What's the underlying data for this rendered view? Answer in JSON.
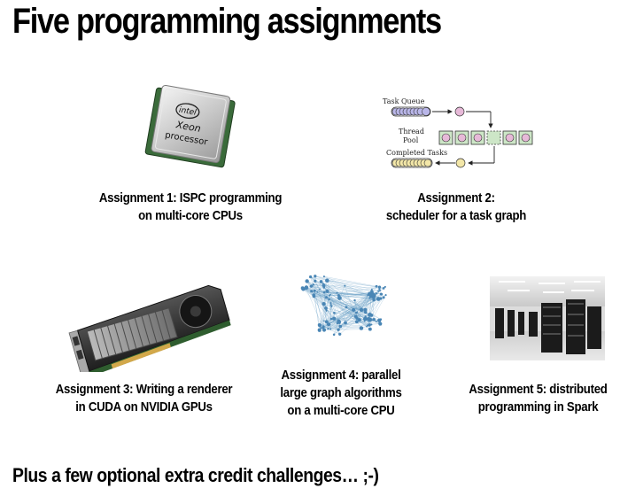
{
  "slide": {
    "title": "Five programming assignments",
    "footer": "Plus a few optional extra credit challenges…   ;-)"
  },
  "assignments": [
    {
      "line1": "Assignment 1: ISPC  programming",
      "line2": "on multi-core CPUs",
      "image": "intel-xeon-processor-chip"
    },
    {
      "line1": "Assignment 2:",
      "line2": "scheduler for a task graph",
      "image": "task-queue-thread-pool-diagram"
    },
    {
      "line1": "Assignment 3: Writing a renderer",
      "line2": "in CUDA on NVIDIA GPUs",
      "image": "nvidia-gpu-card"
    },
    {
      "line1": "Assignment 4: parallel",
      "line2": "large graph algorithms",
      "line3": "on a multi-core CPU",
      "image": "large-graph-network"
    },
    {
      "line1": "Assignment 5: distributed",
      "line2": "programming in Spark",
      "image": "datacenter-server-racks"
    }
  ],
  "chip": {
    "brand": "intel",
    "line1": "Xeon",
    "line2": "processor"
  },
  "taskgraph": {
    "queue_label": "Task Queue",
    "pool_label_1": "Thread",
    "pool_label_2": "Pool",
    "completed_label": "Completed Tasks"
  },
  "colors": {
    "queue_circle": "#b9b6e8",
    "thread_circle": "#e7b9d8",
    "thread_box": "#cde6c7",
    "completed_circle": "#f3e7a8",
    "graph_node": "#4a86b5"
  }
}
